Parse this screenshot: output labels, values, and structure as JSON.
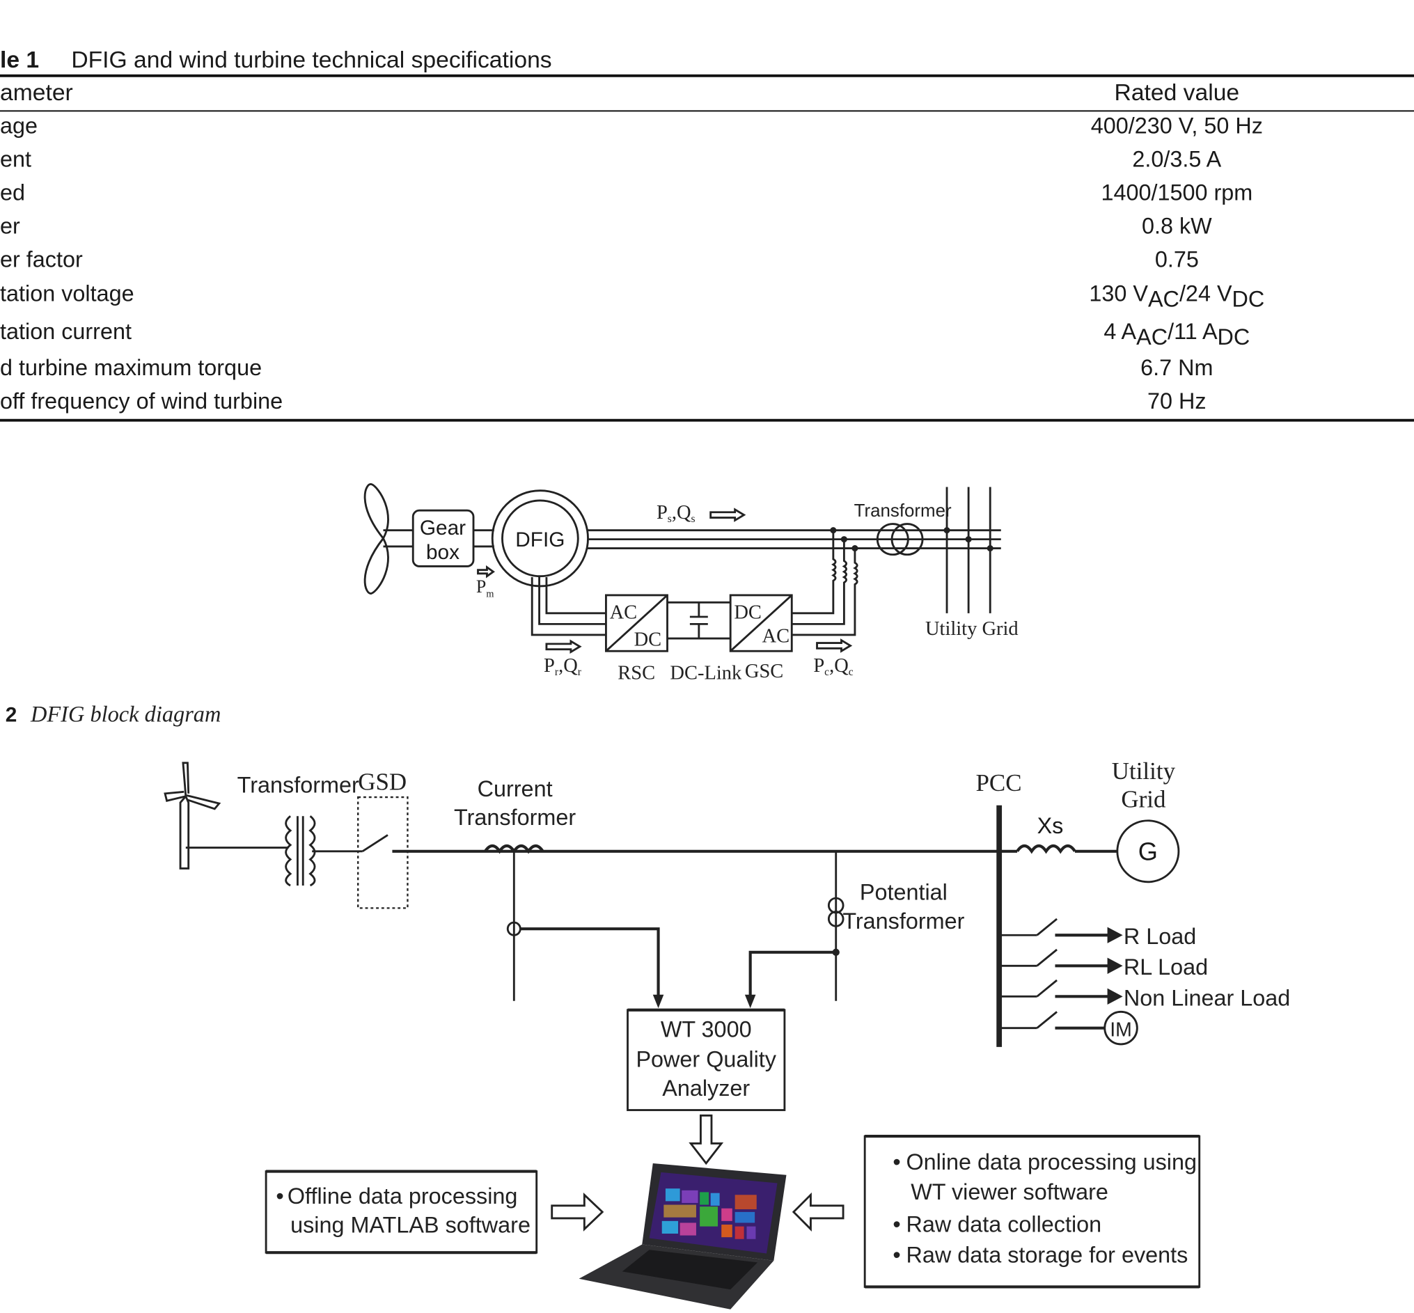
{
  "table": {
    "label": "le 1",
    "title": "DFIG and wind turbine technical specifications",
    "headers": [
      "ameter",
      "Rated value"
    ],
    "rows": [
      {
        "param": "age",
        "value": [
          "400/230 V, 50 Hz"
        ]
      },
      {
        "param": "ent",
        "value": [
          "2.0/3.5 A"
        ]
      },
      {
        "param": "ed",
        "value": [
          "1400/1500 rpm"
        ]
      },
      {
        "param": "er",
        "value": [
          "0.8 kW"
        ]
      },
      {
        "param": "er factor",
        "value": [
          "0.75"
        ]
      },
      {
        "param": "tation voltage",
        "value": [
          "130 V",
          "AC",
          "/24 V",
          "DC"
        ]
      },
      {
        "param": "tation current",
        "value": [
          "4 A",
          "AC",
          "/11 A",
          "DC"
        ]
      },
      {
        "param": "d turbine maximum torque",
        "value": [
          "6.7 Nm"
        ]
      },
      {
        "param": "off frequency of wind turbine",
        "value": [
          "70 Hz"
        ]
      }
    ]
  },
  "fig2": {
    "labels": {
      "gear1": "Gear",
      "gear2": "box",
      "dfig": "DFIG",
      "ps": "P",
      "ps_sub": "s",
      "qs": ",Q",
      "qs_sub": "s",
      "transformer": "Transformer",
      "pm": "P",
      "pm_sub": "m",
      "ac1": "AC",
      "dc1": "DC",
      "dc2": "DC",
      "ac2": "AC",
      "pr": "P",
      "pr_sub": "r",
      "qr": ",Q",
      "qr_sub": "r",
      "rsc": "RSC",
      "dclink": "DC-Link",
      "gsc": "GSC",
      "pc": "P",
      "pc_sub": "c",
      "qc": ",Q",
      "qc_sub": "c",
      "grid": "Utility Grid"
    },
    "caption_num": "2",
    "caption_text": "DFIG block diagram"
  },
  "fig3": {
    "transformer": "Transformer",
    "gsd": "GSD",
    "ct1": "Current",
    "ct2": "Transformer",
    "pcc": "PCC",
    "xs": "Xs",
    "grid1": "Utility",
    "grid2": "Grid",
    "gen": "G",
    "pt1": "Potential",
    "pt2": "Transformer",
    "loads": [
      "R Load",
      "RL Load",
      "Non Linear Load"
    ],
    "motor": "IM",
    "analyzer": [
      "WT 3000",
      "Power Quality",
      "Analyzer"
    ],
    "left_box": [
      "Offline data processing",
      "using MATLAB software"
    ],
    "right_box": [
      "Online data processing using",
      "WT viewer software",
      "Raw data collection",
      "Raw data storage for events"
    ],
    "bullet": "•"
  }
}
